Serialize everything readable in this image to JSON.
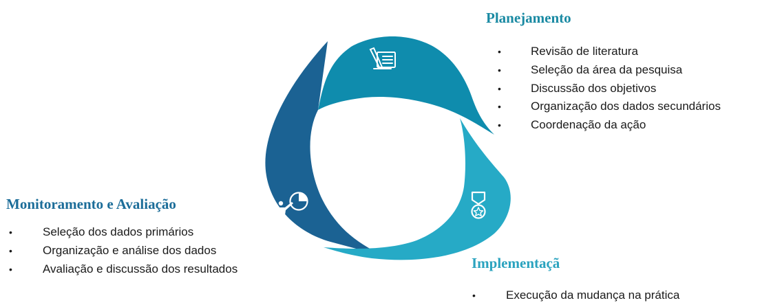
{
  "diagram": {
    "colors": {
      "planning": "#0f8cad",
      "implementation": "#26aac6",
      "monitoring": "#1b6293",
      "icon": "#ffffff"
    }
  },
  "planning": {
    "title": "Planejamento",
    "icon": "document-list-icon",
    "items": [
      "Revisão de literatura",
      "Seleção da área da pesquisa",
      "Discussão dos objetivos",
      "Organização dos dados secundários",
      "Coordenação da ação"
    ]
  },
  "implementation": {
    "title": "Implementaçã",
    "icon": "medal-icon",
    "items": [
      "Execução da mudança na prática"
    ]
  },
  "monitoring": {
    "title": "Monitoramento e Avaliação",
    "icon": "presentation-icon",
    "items": [
      "Seleção dos dados primários",
      "Organização e análise dos dados",
      "Avaliação e discussão dos resultados"
    ]
  }
}
